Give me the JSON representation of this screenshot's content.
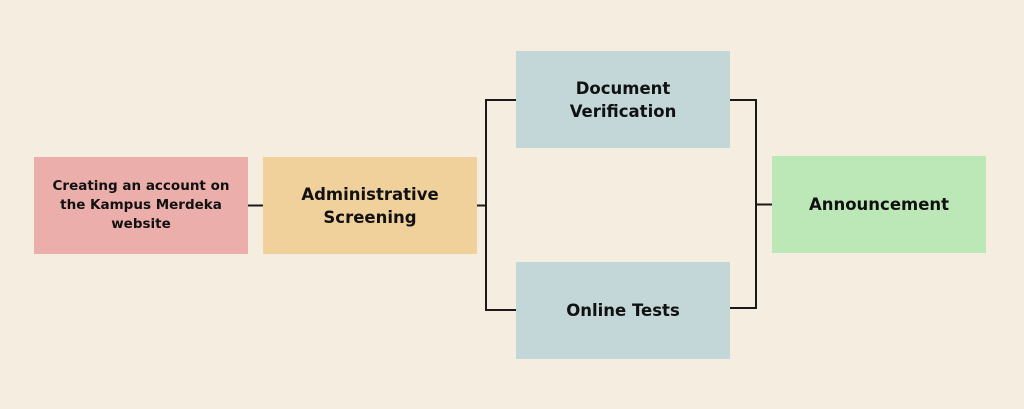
{
  "diagram": {
    "background_color": "#f5eee0",
    "line_color": "#1a1a1a",
    "nodes": {
      "account": {
        "label": "Creating an account on\nthe Kampus Merdeka\nwebsite",
        "color": "#ebaeaa"
      },
      "admin": {
        "label": "Administrative\nScreening",
        "color": "#f0d19b"
      },
      "document": {
        "label": "Document\nVerification",
        "color": "#c3d6d8"
      },
      "online": {
        "label": "Online Tests",
        "color": "#c3d6d8"
      },
      "announcement": {
        "label": "Announcement",
        "color": "#bce7b7"
      }
    },
    "edges": [
      {
        "from": "account",
        "to": "admin"
      },
      {
        "from": "admin",
        "to": "document"
      },
      {
        "from": "admin",
        "to": "online"
      },
      {
        "from": "document",
        "to": "announcement"
      },
      {
        "from": "online",
        "to": "announcement"
      }
    ]
  }
}
